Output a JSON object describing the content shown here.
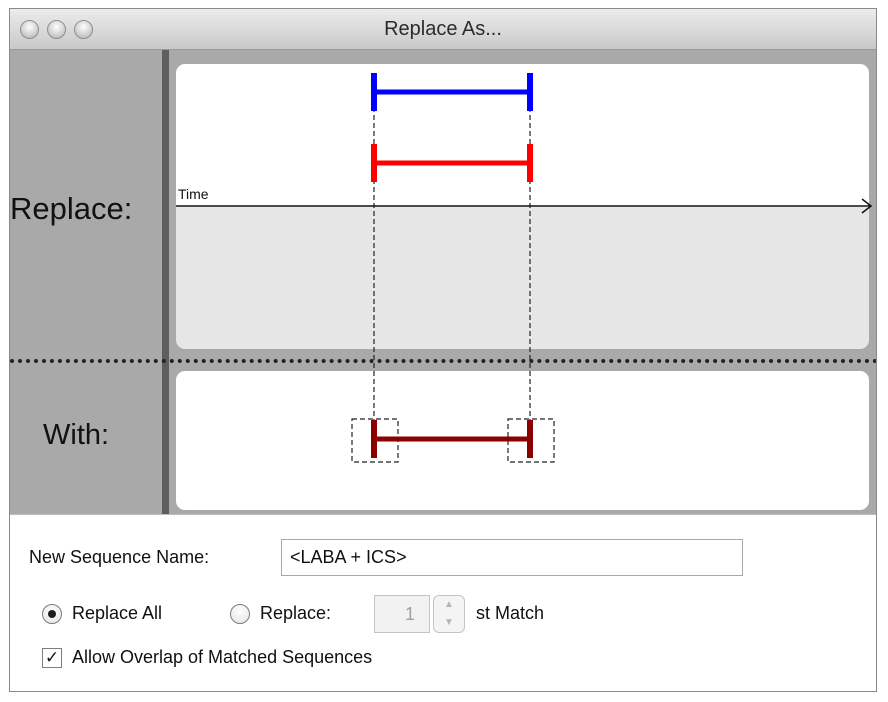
{
  "window": {
    "title": "Replace As..."
  },
  "labels": {
    "replace": "Replace:",
    "with": "With:"
  },
  "timeline": {
    "axis_label": "Time"
  },
  "colors": {
    "pattern_one": "#0000ff",
    "pattern_two": "#ff0000",
    "replacement": "#8b0000"
  },
  "form": {
    "sequence_name_label": "New Sequence Name:",
    "sequence_name_value": "<LABA + ICS>",
    "replace_all_label": "Replace All",
    "replace_all_selected": true,
    "replace_nth_label": "Replace:",
    "replace_nth_value": "1",
    "match_suffix": "st Match",
    "allow_overlap_label": "Allow Overlap of Matched Sequences",
    "allow_overlap_checked": true,
    "check_glyph": "✓",
    "up_glyph": "▲",
    "down_glyph": "▼"
  }
}
